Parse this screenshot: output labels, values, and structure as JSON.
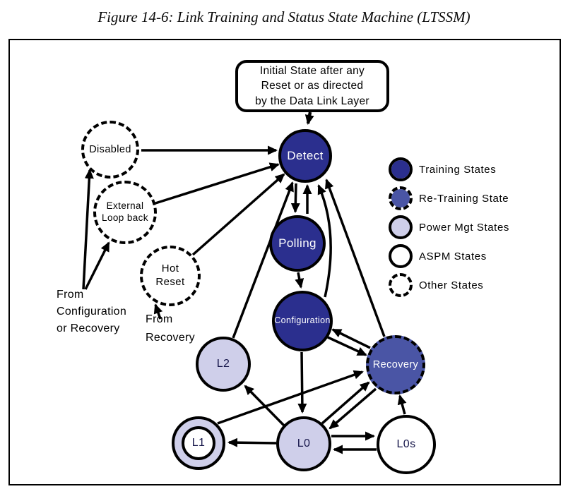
{
  "figure_title": "Figure 14-6: Link Training and Status State Machine (LTSSM)",
  "initial_box": {
    "text": "Initial State after any\nReset or as directed\nby the Data Link Layer"
  },
  "nodes": {
    "detect": {
      "label": "Detect",
      "type": "training"
    },
    "polling": {
      "label": "Polling",
      "type": "training"
    },
    "configuration": {
      "label": "Configuration",
      "type": "training"
    },
    "recovery": {
      "label": "Recovery",
      "type": "retraining"
    },
    "l2": {
      "label": "L2",
      "type": "power-mgt"
    },
    "l1": {
      "label": "L1",
      "type": "power-mgt-aspm"
    },
    "l0": {
      "label": "L0",
      "type": "power-mgt"
    },
    "l0s": {
      "label": "L0s",
      "type": "aspm"
    },
    "disabled": {
      "label": "Disabled",
      "type": "other"
    },
    "external_loopback": {
      "label": "External\nLoop back",
      "type": "other"
    },
    "hot_reset": {
      "label": "Hot\nReset",
      "type": "other"
    }
  },
  "annotations": {
    "from_config_or_recovery": "From\nConfiguration\nor Recovery",
    "from_recovery": "From\nRecovery"
  },
  "legend": {
    "items": [
      {
        "label": "Training States"
      },
      {
        "label": "Re-Training State"
      },
      {
        "label": "Power Mgt States"
      },
      {
        "label": "ASPM States"
      },
      {
        "label": "Other States"
      }
    ]
  },
  "colors": {
    "training": "#2B2F8E",
    "retraining": "#4A55A5",
    "power": "#CFCFEA"
  }
}
